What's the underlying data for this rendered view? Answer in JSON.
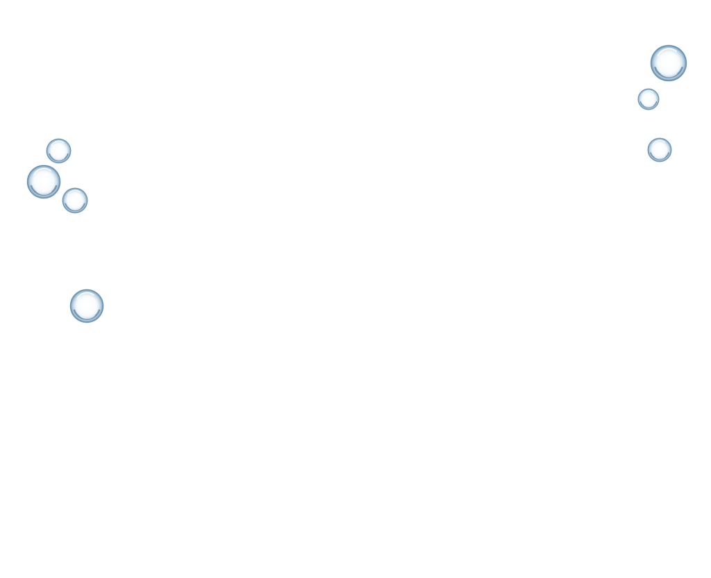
{
  "scene": {
    "background_color": "#ffffff",
    "bubble_color": "#7fa9c7",
    "bubble_count": 7,
    "elements": [
      {
        "name": "water-bubble",
        "icon": "bubble-icon"
      },
      {
        "name": "water-bubble",
        "icon": "bubble-icon"
      },
      {
        "name": "water-bubble",
        "icon": "bubble-icon"
      },
      {
        "name": "water-bubble",
        "icon": "bubble-icon"
      },
      {
        "name": "water-bubble",
        "icon": "bubble-icon"
      },
      {
        "name": "water-bubble",
        "icon": "bubble-icon"
      },
      {
        "name": "water-bubble",
        "icon": "bubble-icon"
      }
    ]
  }
}
